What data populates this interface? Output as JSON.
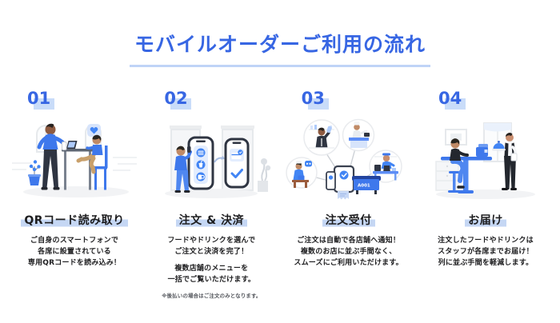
{
  "title": {
    "text": "モバイルオーダーご利用の流れ"
  },
  "colors": {
    "accent": "#3766E3",
    "title_underline": "#BFD4F7",
    "number_shadow": "#C9DCF9",
    "label_highlight": "#C5D7F4",
    "text": "#1D1D1F",
    "note": "#55585E"
  },
  "steps": [
    {
      "number": "01",
      "label": "QRコード読み取り",
      "illustration": "qr-scan-scene",
      "desc": [
        "ご自身のスマートフォンで",
        "各席に設置されている",
        "専用QRコードを読み込み！"
      ]
    },
    {
      "number": "02",
      "label": "注文 & 決済",
      "illustration": "order-and-payment-phones",
      "desc": [
        "フードやドリンクを選んで",
        "ご注文と決済を完了！"
      ],
      "desc2": [
        "複数店舗のメニューを",
        "一括でご覧いただけます。"
      ],
      "note": "※後払いの場合はご注文のみとなります。"
    },
    {
      "number": "03",
      "label": "注文受付",
      "illustration": "order-sent-to-stores",
      "pos_label": "A001",
      "desc": [
        "ご注文は自動で各店舗へ通知！",
        "複数のお店に並ぶ手間なく、",
        "スムーズにご利用いただけます。"
      ]
    },
    {
      "number": "04",
      "label": "お届け",
      "illustration": "table-delivery-scene",
      "desc": [
        "注文したフードやドリンクは",
        "スタッフが各席までお届け！",
        "列に並ぶ手間を軽減します。"
      ]
    }
  ]
}
